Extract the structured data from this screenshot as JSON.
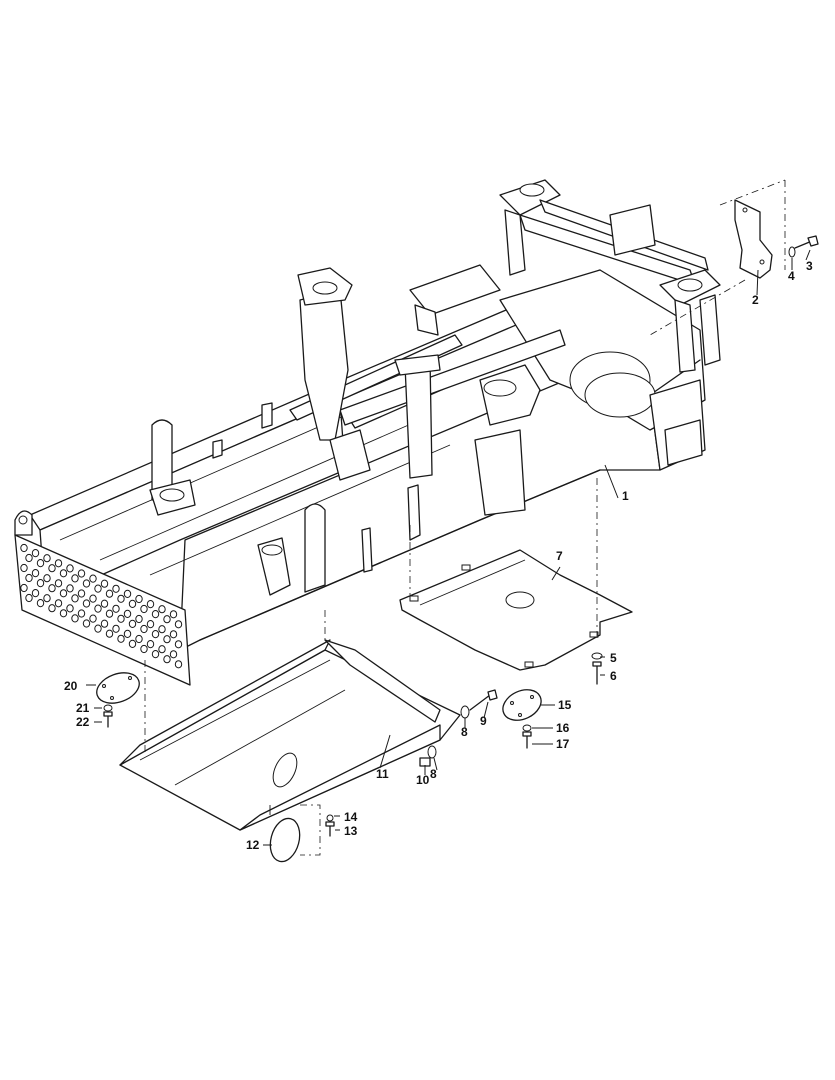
{
  "diagram": {
    "type": "exploded parts drawing",
    "callouts": [
      "1",
      "2",
      "3",
      "4",
      "5",
      "6",
      "7",
      "8",
      "8",
      "9",
      "10",
      "11",
      "12",
      "13",
      "14",
      "15",
      "16",
      "17",
      "20",
      "21",
      "22"
    ]
  }
}
